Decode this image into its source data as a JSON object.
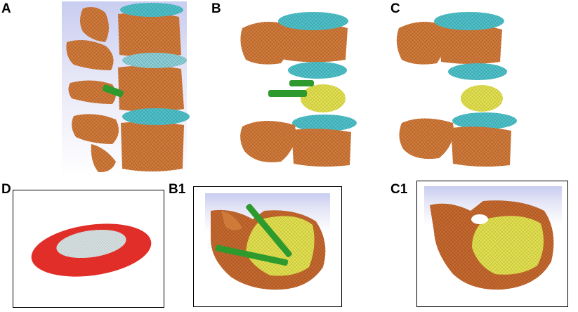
{
  "figure": {
    "panels": [
      {
        "id": "A",
        "label": "A"
      },
      {
        "id": "B",
        "label": "B"
      },
      {
        "id": "C",
        "label": "C"
      },
      {
        "id": "D",
        "label": "D"
      },
      {
        "id": "B1",
        "label": "B1"
      },
      {
        "id": "C1",
        "label": "C1"
      }
    ]
  },
  "colors": {
    "bone": "#d07a3a",
    "bone_dark": "#9c4e1f",
    "disc": "#4ec0c8",
    "disc_dark": "#2a8e98",
    "screw": "#2e9a2e",
    "cage": "#e0de50",
    "annulus": "#e8302a",
    "nucleus": "#d9e2e2",
    "background_top": "#c9cdf0"
  }
}
